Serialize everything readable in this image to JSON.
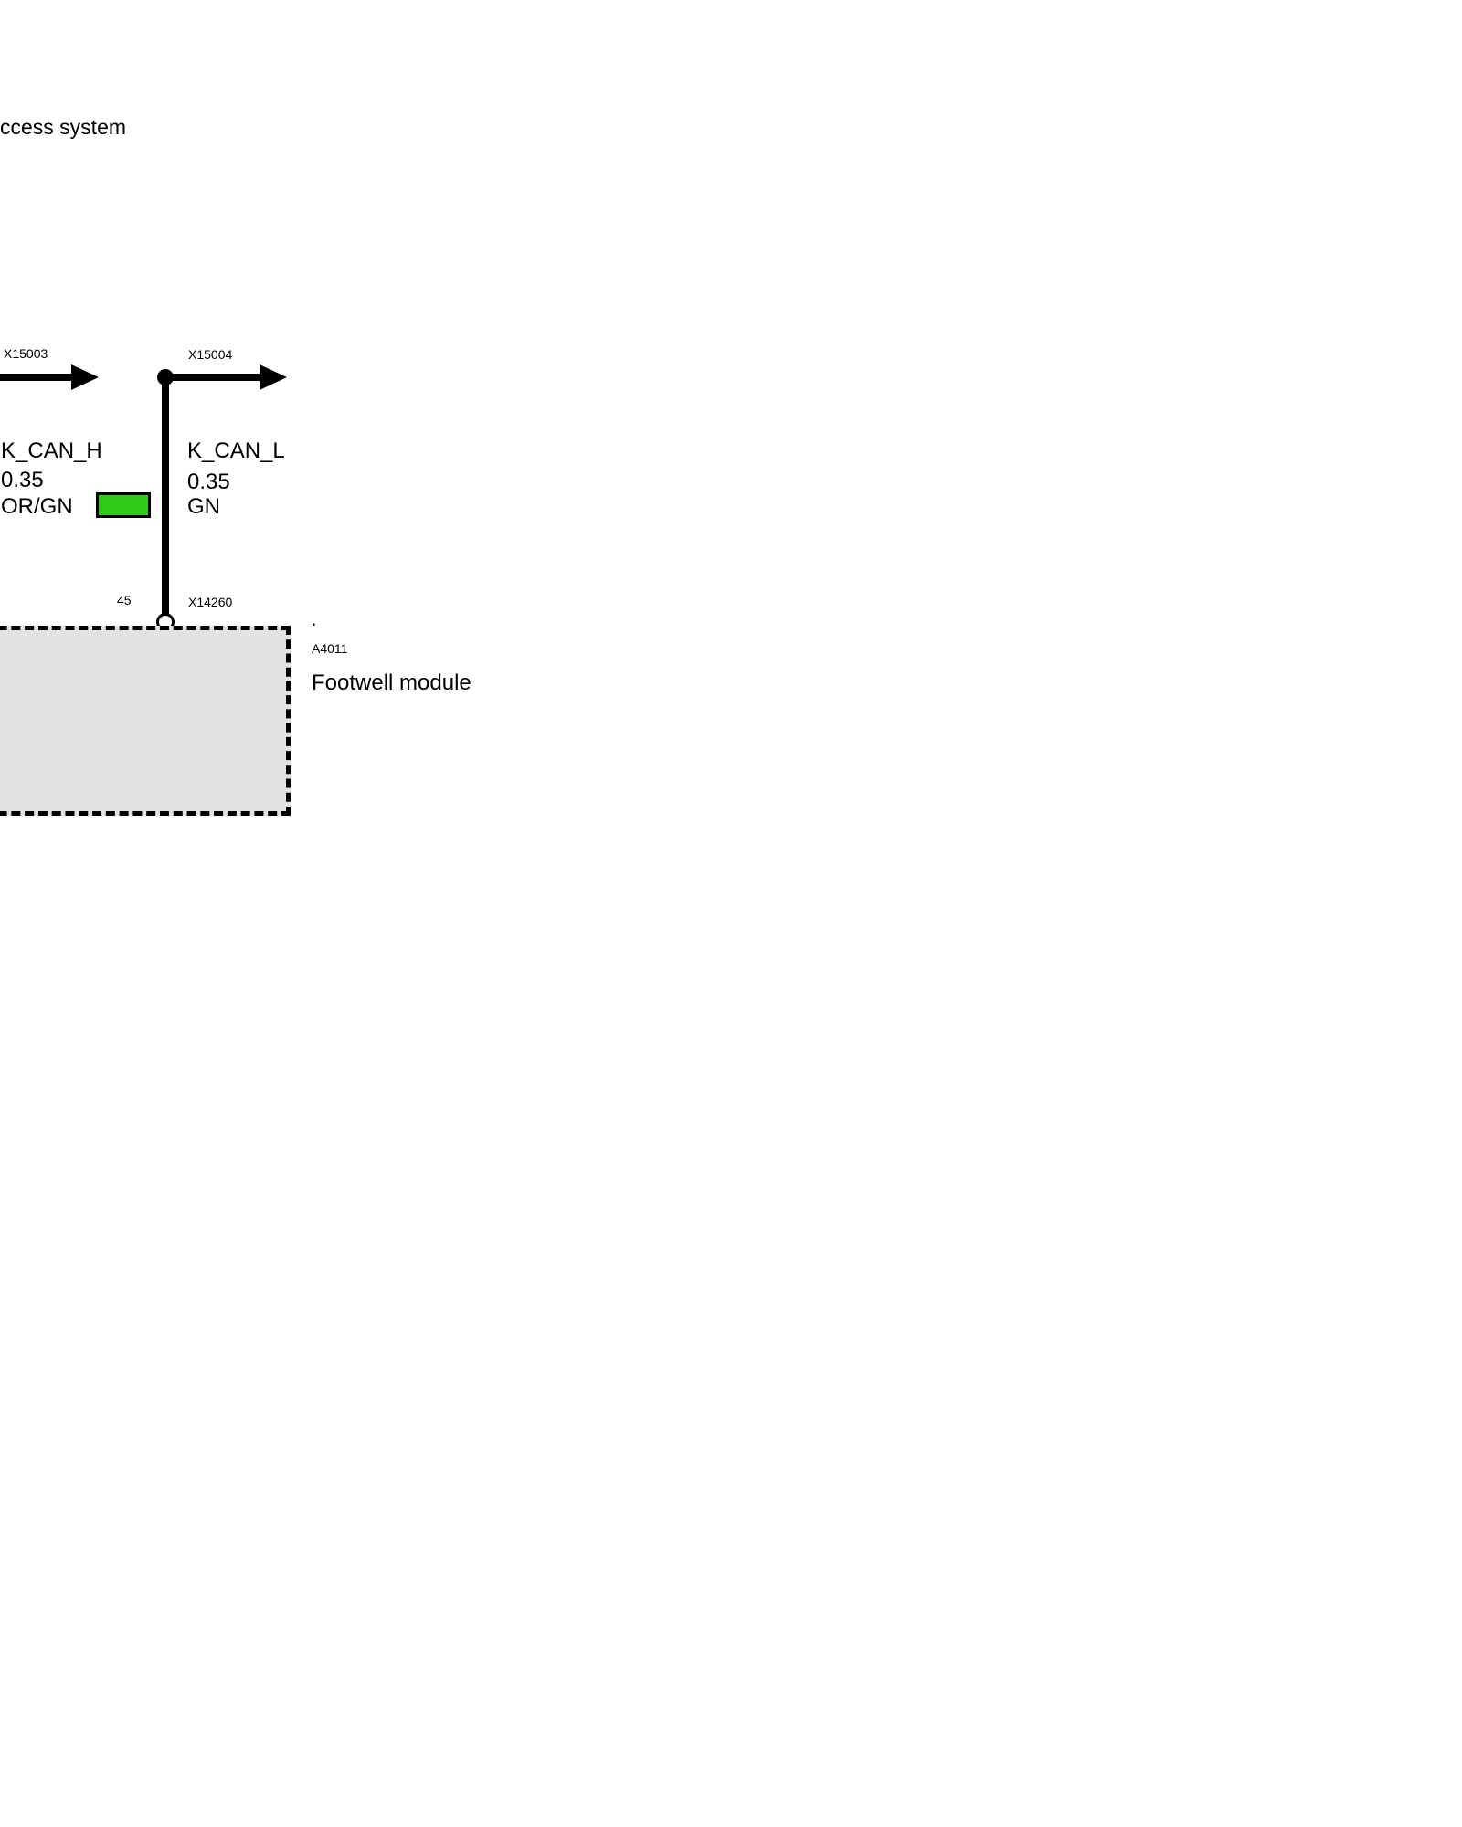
{
  "title_partial": "ccess system",
  "connectors": {
    "x15003": "X15003",
    "x15004": "X15004",
    "x14260": "X14260",
    "pin_number": "45"
  },
  "wires": {
    "k_can_h": {
      "name": "K_CAN_H",
      "cross_section": "0.35",
      "color_code": "OR/GN",
      "swatch_color": "#2fc918"
    },
    "k_can_l": {
      "name": "K_CAN_L",
      "cross_section": "0.35",
      "color_code": "GN"
    }
  },
  "module": {
    "dot": ".",
    "code": "A4011",
    "label": "Footwell module"
  }
}
